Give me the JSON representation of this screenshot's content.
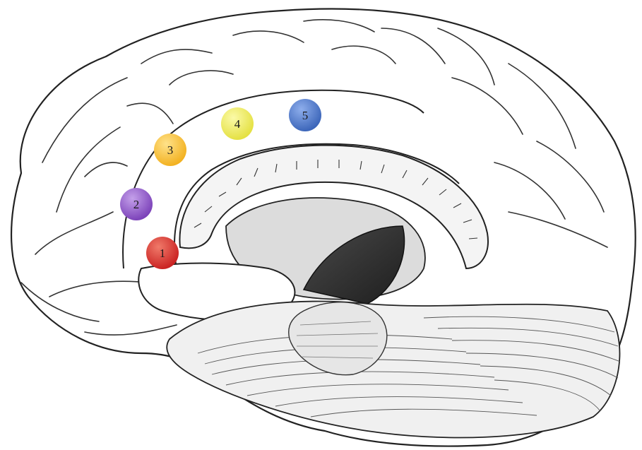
{
  "figure": {
    "markers": [
      {
        "label": "1",
        "color": "#c92020",
        "highlight": "#f07a6a"
      },
      {
        "label": "2",
        "color": "#7a40b8",
        "highlight": "#c4a0ea"
      },
      {
        "label": "3",
        "color": "#f2b01e",
        "highlight": "#ffe28a"
      },
      {
        "label": "4",
        "color": "#e4e040",
        "highlight": "#fbfaa8"
      },
      {
        "label": "5",
        "color": "#3a64b8",
        "highlight": "#8eaeec"
      }
    ]
  }
}
